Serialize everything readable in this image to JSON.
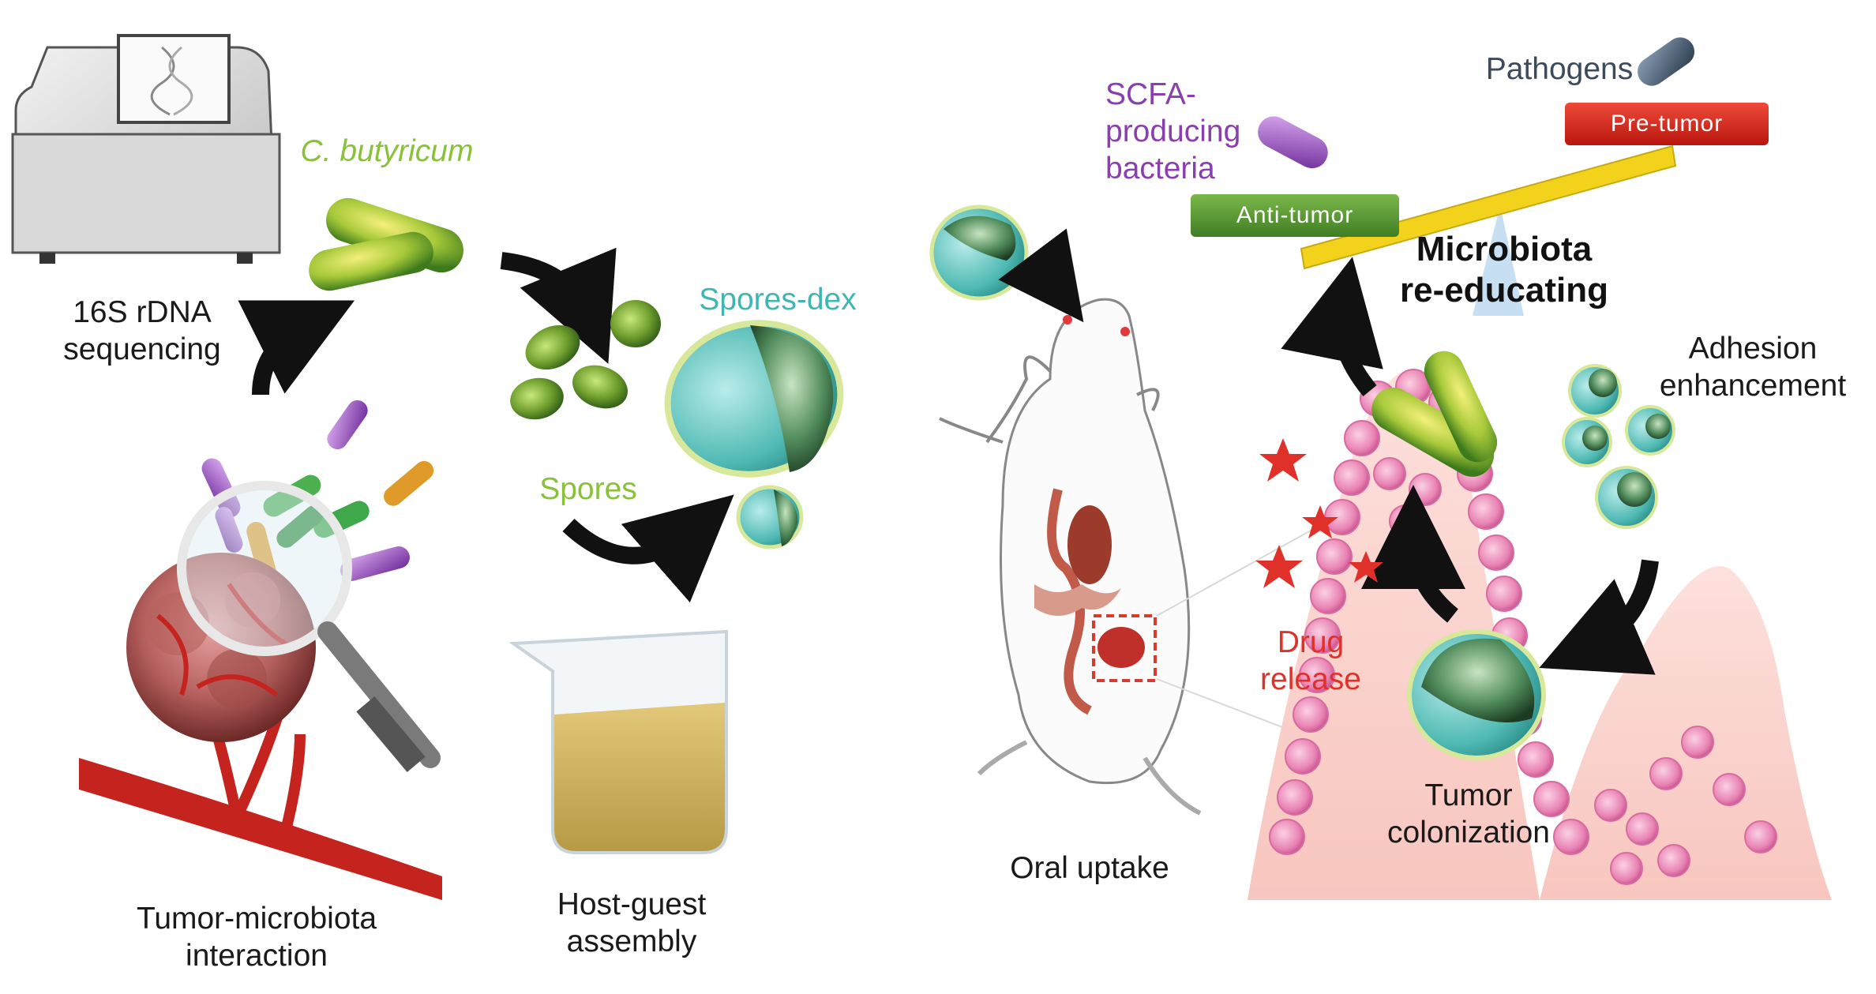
{
  "labels": {
    "sequencing": "16S rDNA\nsequencing",
    "bacterium": "C. butyricum",
    "spores_dex": "Spores-dex",
    "spores": "Spores",
    "tumor_microbiota": "Tumor-microbiota\ninteraction",
    "host_guest": "Host-guest\nassembly",
    "oral_uptake": "Oral uptake",
    "scfa": "SCFA-\nproducing\nbacteria",
    "pathogens": "Pathogens",
    "pre_tumor": "Pre-tumor",
    "anti_tumor": "Anti-tumor",
    "microbiota": "Microbiota\nre-educating",
    "adhesion": "Adhesion\nenhancement",
    "drug_release": "Drug\nrelease",
    "tumor_colonization": "Tumor\ncolonization"
  },
  "colors": {
    "bacterium_green": "#8ac13a",
    "spore_teal": "#3fb7b0",
    "scfa_purple": "#8a3fb0",
    "pathogen_slate": "#3c4a5c",
    "drug_red": "#e0302a",
    "anti_tumor_green": "#4f8f2e",
    "pre_tumor_red": "#d9241a",
    "seesaw_yellow": "#f2d21a"
  }
}
